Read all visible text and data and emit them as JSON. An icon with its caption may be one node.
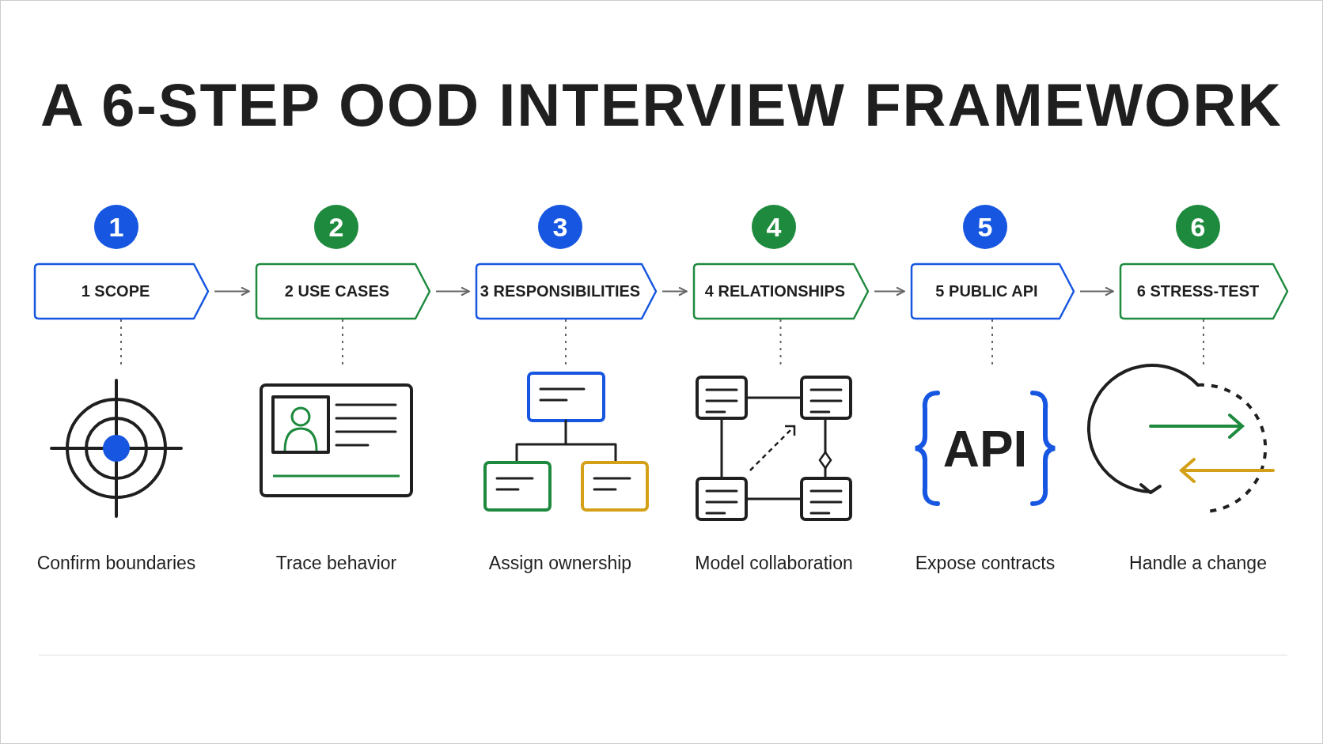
{
  "diagram": {
    "title": "A 6-STEP OOD INTERVIEW FRAMEWORK",
    "nodes": [
      {
        "text": [
          "1"
        ]
      },
      {
        "text": [
          "2"
        ]
      },
      {
        "text": [
          "3"
        ]
      },
      {
        "text": [
          "4"
        ]
      },
      {
        "text": [
          "5"
        ]
      },
      {
        "text": [
          "6"
        ]
      },
      {
        "text": [
          "1 SCOPE"
        ]
      },
      {
        "text": [
          "2 USE CASES"
        ]
      },
      {
        "text": [
          "3 RESPONSIBILITIES"
        ]
      },
      {
        "text": [
          "4 RELATIONSHIPS"
        ]
      },
      {
        "text": [
          "5 PUBLIC API"
        ]
      },
      {
        "text": [
          "6 STRESS-TEST"
        ]
      },
      {
        "text": [],
        "shape": "picture",
        "beside": [
          "Confirm boundaries"
        ]
      },
      {
        "text": [],
        "shape": "picture",
        "beside": [
          "Trace behavior"
        ]
      },
      {
        "text": [],
        "shape": "picture",
        "beside": [
          "Assign ownership"
        ]
      },
      {
        "text": [],
        "shape": "picture",
        "beside": [
          "Model collaboration"
        ]
      },
      {
        "text": [
          "API"
        ],
        "beside": [
          "Expose contracts"
        ]
      },
      {
        "text": [],
        "shape": "picture",
        "beside": [
          "Handle a change"
        ]
      }
    ],
    "edges": [
      {
        "from": 6,
        "to": 7,
        "arrow": "to"
      },
      {
        "from": 7,
        "to": 8,
        "arrow": "to"
      },
      {
        "from": 8,
        "to": 9,
        "arrow": "to"
      },
      {
        "from": 9,
        "to": 10,
        "arrow": "to"
      },
      {
        "from": 10,
        "to": 11,
        "arrow": "to"
      },
      {
        "from": 6,
        "to": 12,
        "arrow": "none",
        "style": "dashed"
      },
      {
        "from": 7,
        "to": 13,
        "arrow": "none",
        "style": "dashed"
      },
      {
        "from": 8,
        "to": 14,
        "arrow": "none",
        "style": "dashed"
      },
      {
        "from": 9,
        "to": 15,
        "arrow": "none",
        "style": "dashed"
      },
      {
        "from": 10,
        "to": 16,
        "arrow": "none",
        "style": "dashed"
      },
      {
        "from": 11,
        "to": 17,
        "arrow": "none",
        "style": "dashed"
      }
    ]
  }
}
